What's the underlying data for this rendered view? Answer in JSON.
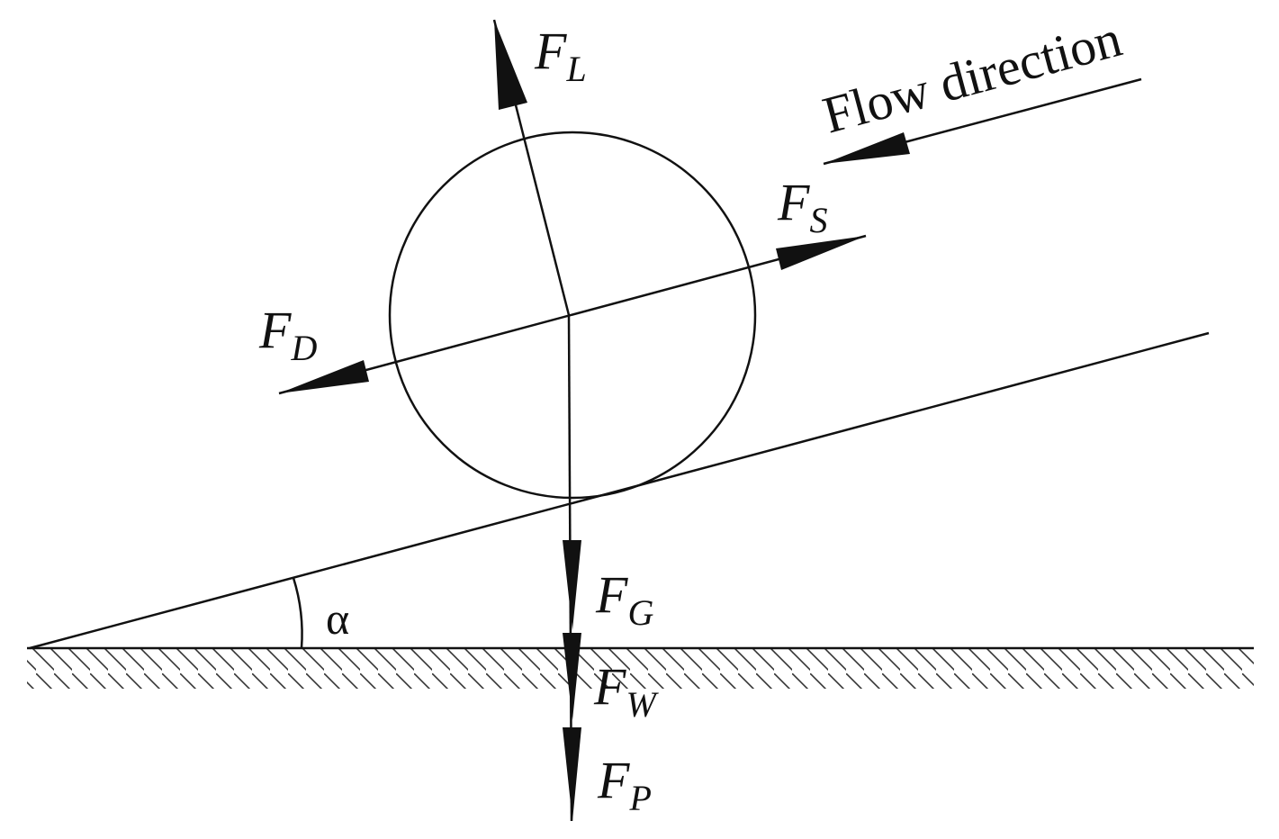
{
  "labels": {
    "lift": {
      "main": "F",
      "sub": "L"
    },
    "drag": {
      "main": "F",
      "sub": "D"
    },
    "seepage": {
      "main": "F",
      "sub": "S"
    },
    "gravity": {
      "main": "F",
      "sub": "G"
    },
    "weight": {
      "main": "F",
      "sub": "W"
    },
    "pressure": {
      "main": "F",
      "sub": "P"
    },
    "flow_direction": "Flow direction",
    "angle": "α"
  },
  "colors": {
    "ink": "#111111",
    "background": "#ffffff"
  }
}
